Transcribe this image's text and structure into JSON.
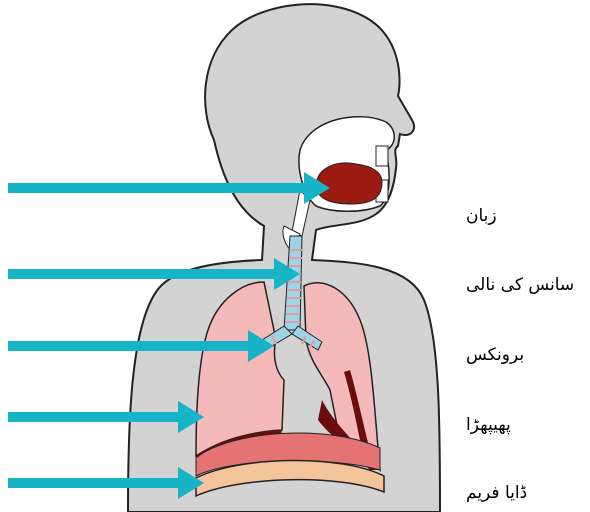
{
  "labels": {
    "tongue": "زبان",
    "trachea": "سانس کی نالی",
    "bronchus": "برونکس",
    "lung": "پھیپھڑا",
    "diaphragm": "ڈایا فریم"
  },
  "colors": {
    "body": "#d3d3d3",
    "outline": "#222222",
    "mouth": "#9b1b10",
    "lung": "#f6b9b9",
    "lung_dark": "#6b0d0d",
    "trachea": "#9fd3e6",
    "trachea_ring": "#e89a9a",
    "diaphragm": "#f4c49a",
    "muscle": "#e57373",
    "arrow": "#17b3c6"
  },
  "icons": [
    "arrow-right-icon"
  ]
}
